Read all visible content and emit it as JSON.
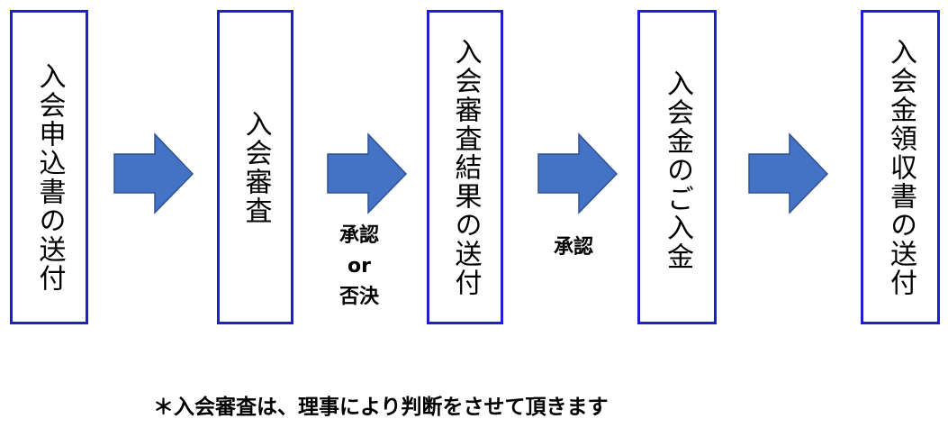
{
  "steps": [
    {
      "label": "入会申込書の送付"
    },
    {
      "label": "入会審査"
    },
    {
      "label": "入会審査結果の送付"
    },
    {
      "label": "入会金のご入金"
    },
    {
      "label": "入会金領収書の送付"
    }
  ],
  "labels": {
    "approve_or_reject": {
      "line1": "承認",
      "line2": "or",
      "line3": "否決"
    },
    "approve": "承認"
  },
  "footnote": "＊入会審査は、理事により判断をさせて頂きます",
  "colors": {
    "box_border": "#1f1fcf",
    "arrow_fill": "#4472c4",
    "arrow_stroke": "#2f528f"
  },
  "icons": [
    "right-arrow-icon"
  ]
}
